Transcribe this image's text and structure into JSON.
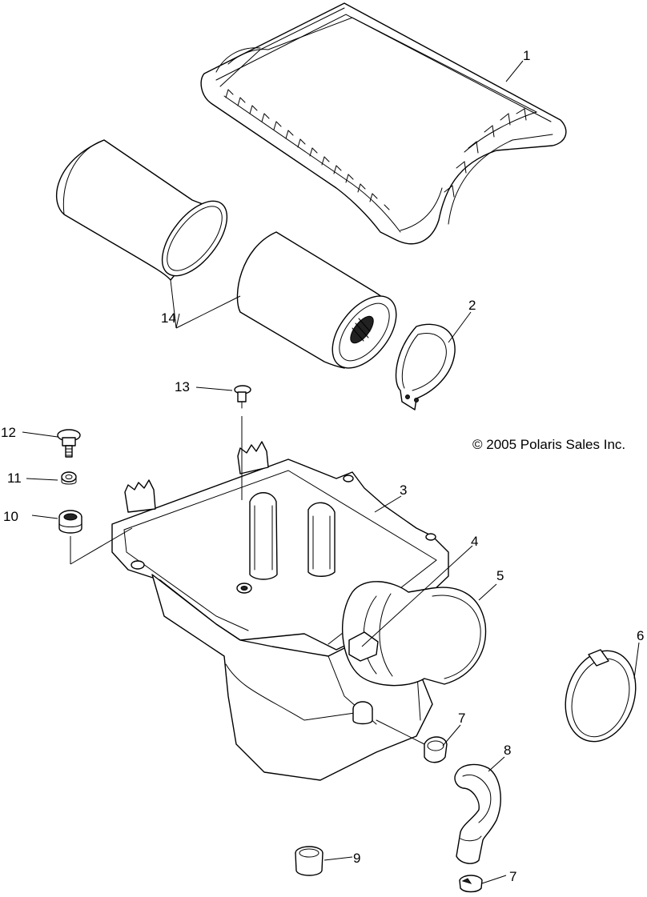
{
  "copyright": "© 2005 Polaris Sales Inc.",
  "callouts": [
    {
      "id": "1",
      "label": "1"
    },
    {
      "id": "2",
      "label": "2"
    },
    {
      "id": "3",
      "label": "3"
    },
    {
      "id": "4",
      "label": "4"
    },
    {
      "id": "5",
      "label": "5"
    },
    {
      "id": "6",
      "label": "6"
    },
    {
      "id": "7a",
      "label": "7"
    },
    {
      "id": "7b",
      "label": "7"
    },
    {
      "id": "8",
      "label": "8"
    },
    {
      "id": "9",
      "label": "9"
    },
    {
      "id": "10",
      "label": "10"
    },
    {
      "id": "11",
      "label": "11"
    },
    {
      "id": "12",
      "label": "12"
    },
    {
      "id": "13",
      "label": "13"
    },
    {
      "id": "14",
      "label": "14"
    }
  ]
}
